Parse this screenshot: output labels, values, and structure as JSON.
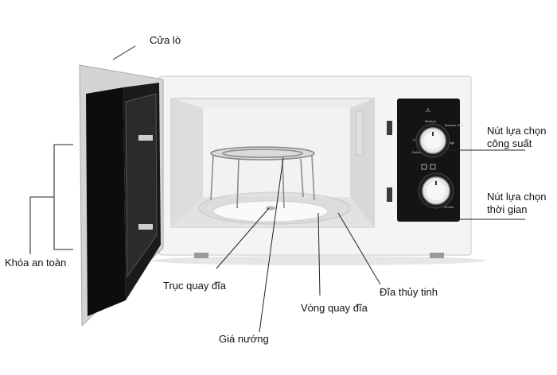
{
  "labels": {
    "door": "Cửa lò",
    "safety_lock": "Khóa an toàn",
    "power_knob": "Nút lựa chọn công suất",
    "timer_knob": "Nút lựa chọn thời gian",
    "turntable_shaft": "Trục quay đĩa",
    "grill_rack": "Giá nướng",
    "turntable_ring": "Vòng quay đĩa",
    "glass_plate": "Đĩa thủy tinh"
  },
  "panel": {
    "top_mark": "⚠",
    "power_levels": [
      "Low",
      "Medium",
      "Medium High",
      "High",
      "Defrost"
    ],
    "timer_label": "30 Min"
  },
  "colors": {
    "body": "#f4f4f4",
    "panel": "#141414",
    "door_frame": "#d9d9d9",
    "cavity": "#e9e9e9",
    "leader": "#222222"
  }
}
